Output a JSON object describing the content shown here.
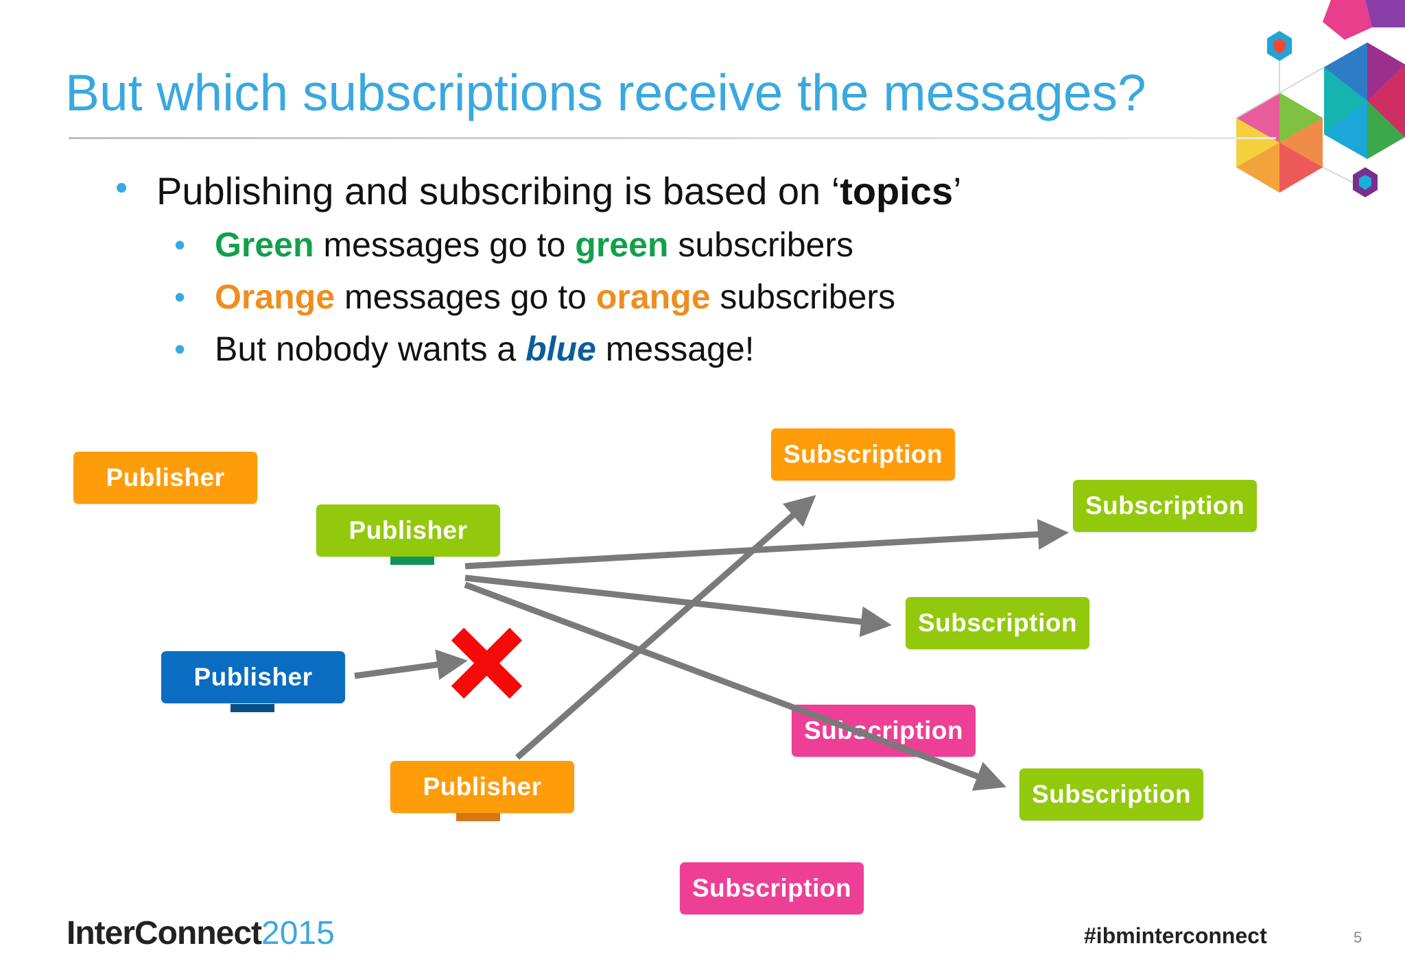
{
  "slide": {
    "title": "But which subscriptions receive the messages?",
    "bullet_main": {
      "pre": "Publishing and subscribing is based on ‘",
      "bold": "topics",
      "post": "’"
    },
    "bullet_green": {
      "w1": "Green",
      "t1": " messages go to ",
      "w2": "green",
      "t2": " subscribers"
    },
    "bullet_orange": {
      "w1": "Orange",
      "t1": " messages go to ",
      "w2": "orange",
      "t2": " subscribers"
    },
    "bullet_blue": {
      "t1": "But nobody wants a ",
      "w1": "blue",
      "t2": " message!"
    }
  },
  "diagram": {
    "publishers": [
      {
        "label": "Publisher",
        "color": "#FF9C0A"
      },
      {
        "label": "Publisher",
        "color": "#93C90C"
      },
      {
        "label": "Publisher",
        "color": "#0A6DC2"
      },
      {
        "label": "Publisher",
        "color": "#FF9C0A"
      }
    ],
    "subscriptions": [
      {
        "label": "Subscription",
        "color": "#FF9C0A"
      },
      {
        "label": "Subscription",
        "color": "#93C90C"
      },
      {
        "label": "Subscription",
        "color": "#93C90C"
      },
      {
        "label": "Subscription",
        "color": "#EE3F96"
      },
      {
        "label": "Subscription",
        "color": "#93C90C"
      },
      {
        "label": "Subscription",
        "color": "#EE3F96"
      }
    ],
    "arrow_color": "#7A7A7A",
    "reject_color": "#F50A0A"
  },
  "footer": {
    "logo_part1": "InterConnect",
    "logo_part2": "2015",
    "hashtag": "#ibminterconnect",
    "page_number": "5"
  }
}
